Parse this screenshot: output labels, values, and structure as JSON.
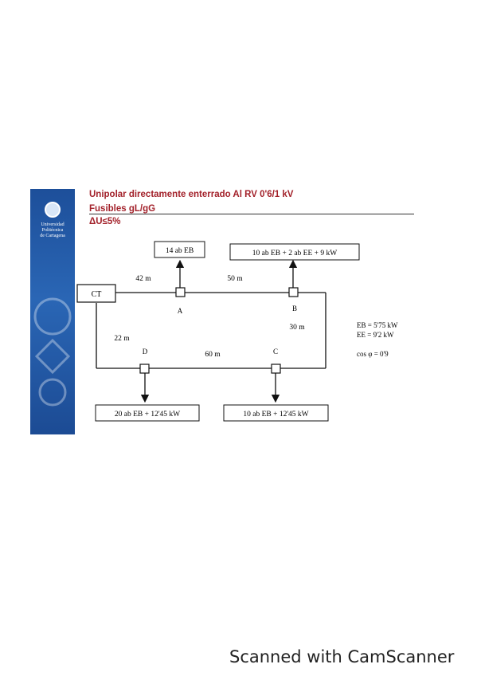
{
  "sidebar": {
    "logo_lines": [
      "Universidad",
      "Politécnica",
      "de Cartagena"
    ],
    "accent": "#1d4f9a"
  },
  "header": {
    "title_line1": "Unipolar directamente enterrado Al RV 0'6/1 kV",
    "title_line2": "Fusibles gL/gG",
    "title_line3": "ΔU≤5%",
    "title_color": "#a3222b"
  },
  "diagram": {
    "source_label": "CT",
    "nodes": {
      "A": "A",
      "B": "B",
      "C": "C",
      "D": "D"
    },
    "distances": {
      "ct_a": "42 m",
      "a_b": "50 m",
      "b_c": "30 m",
      "c_d": "60 m",
      "ct_d": "22 m"
    },
    "loads": {
      "A": "14 ab EB",
      "B": "10 ab EB + 2 ab EE + 9 kW",
      "C": "10 ab EB + 12'45 kW",
      "D": "20 ab EB + 12'45 kW"
    },
    "notes": {
      "eb": "EB = 5'75 kW",
      "ee": "EE = 9'2 kW",
      "cos": "cos φ = 0'9"
    }
  },
  "footer": {
    "watermark": "Scanned with CamScanner"
  }
}
